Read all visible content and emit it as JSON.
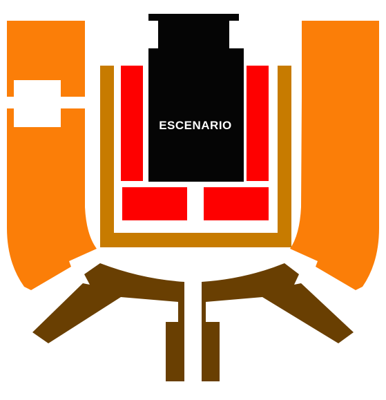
{
  "stage": {
    "label": "ESCENARIO"
  },
  "colors": {
    "stage": "#050505",
    "vip": "#fe0000",
    "platea": "#c77b00",
    "lateral": "#fb7e08",
    "general": "#693f02",
    "text_on_stage": "#ffffff",
    "background": "#ffffff"
  },
  "sections": [
    {
      "id": "stage",
      "color_key": "stage"
    },
    {
      "id": "vip-left-column",
      "color_key": "vip"
    },
    {
      "id": "vip-right-column",
      "color_key": "vip"
    },
    {
      "id": "vip-front-left",
      "color_key": "vip"
    },
    {
      "id": "vip-front-right",
      "color_key": "vip"
    },
    {
      "id": "platea-u",
      "color_key": "platea"
    },
    {
      "id": "lateral-left",
      "color_key": "lateral"
    },
    {
      "id": "lateral-right",
      "color_key": "lateral"
    },
    {
      "id": "general-left",
      "color_key": "general"
    },
    {
      "id": "general-right",
      "color_key": "general"
    }
  ]
}
